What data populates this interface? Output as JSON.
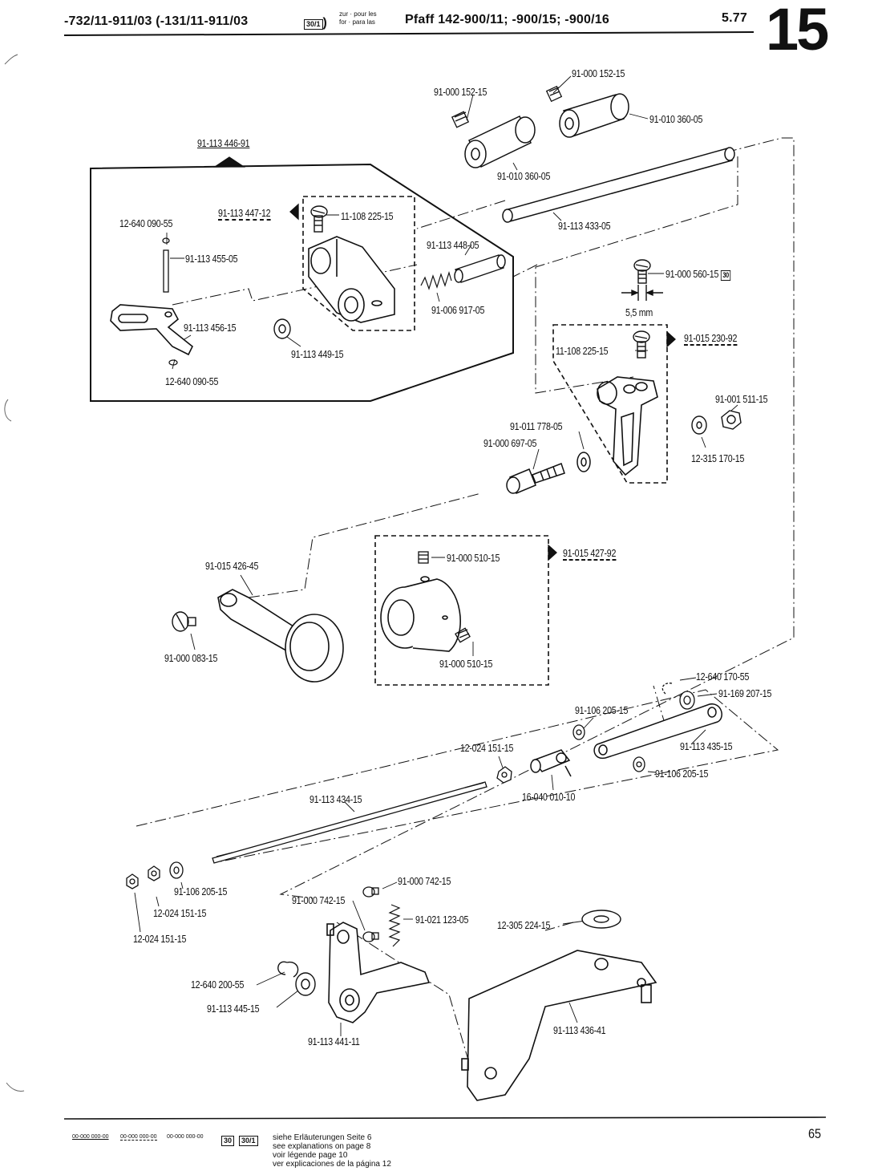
{
  "header": {
    "model_codes": "-732/11-911/03 (-131/11-911/03",
    "model_codes_box": "30/1",
    "for_label_1": "zur · pour les",
    "for_label_2": "for · para las",
    "machine": "Pfaff 142-900/11; -900/15; -900/16",
    "date": "5.77",
    "section": "15"
  },
  "parts": {
    "p_152_15_a": "91-000 152-15",
    "p_152_15_b": "91-000 152-15",
    "p_360_05_a": "91-010 360-05",
    "p_360_05_b": "91-010 360-05",
    "asm_446_91": "91-113 446-91",
    "asm_447_12": "91-113 447-12",
    "p_225_15_a": "11-108 225-15",
    "p_433_05": "91-113 433-05",
    "p_090_55_a": "12-640 090-55",
    "p_448_05": "91-113 448-05",
    "p_455_05": "91-113 455-05",
    "p_917_05": "91-006 917-05",
    "p_456_15": "91-113 456-15",
    "p_449_15": "91-113 449-15",
    "p_090_55_b": "12-640 090-55",
    "p_560_15": "91-000 560-15",
    "p_560_15_box": "30",
    "dim_5_5": "5,5 mm",
    "p_225_15_b": "11-108 225-15",
    "asm_230_92": "91-015 230-92",
    "p_511_15": "91-001 511-15",
    "p_778_05": "91-011 778-05",
    "p_697_05": "91-000 697-05",
    "p_170_15": "12-315 170-15",
    "p_426_45": "91-015 426-45",
    "p_510_15_a": "91-000 510-15",
    "asm_427_92": "91-015 427-92",
    "p_083_15": "91-000 083-15",
    "p_510_15_b": "91-000 510-15",
    "p_170_55": "12-640 170-55",
    "p_207_15": "91-169 207-15",
    "p_205_15_a": "91-106 205-15",
    "p_151_15_a": "12-024 151-15",
    "p_435_15": "91-113 435-15",
    "p_205_15_b": "91-106 205-15",
    "p_010_10": "16-040 010-10",
    "p_434_15": "91-113 434-15",
    "p_742_15_a": "91-000 742-15",
    "p_205_15_c": "91-106 205-15",
    "p_742_15_b": "91-000 742-15",
    "p_151_15_b": "12-024 151-15",
    "p_123_05": "91-021 123-05",
    "p_151_15_c": "12-024 151-15",
    "p_224_15": "12-305 224-15",
    "p_200_55": "12-640 200-55",
    "p_445_15": "91-113 445-15",
    "p_436_41": "91-113 436-41",
    "p_441_11": "91-113 441-11"
  },
  "footer": {
    "legend_1": "00-000 000-00",
    "legend_2": "00-000 000-00",
    "legend_3": "00-000 000-00",
    "legend_box_1": "30",
    "legend_box_2": "30/1",
    "note_de": "siehe Erläuterungen Seite 6",
    "note_en": "see explanations on page 8",
    "note_fr": "voir légende page 10",
    "note_es": "ver explicaciones de la página 12",
    "page_number": "65"
  }
}
